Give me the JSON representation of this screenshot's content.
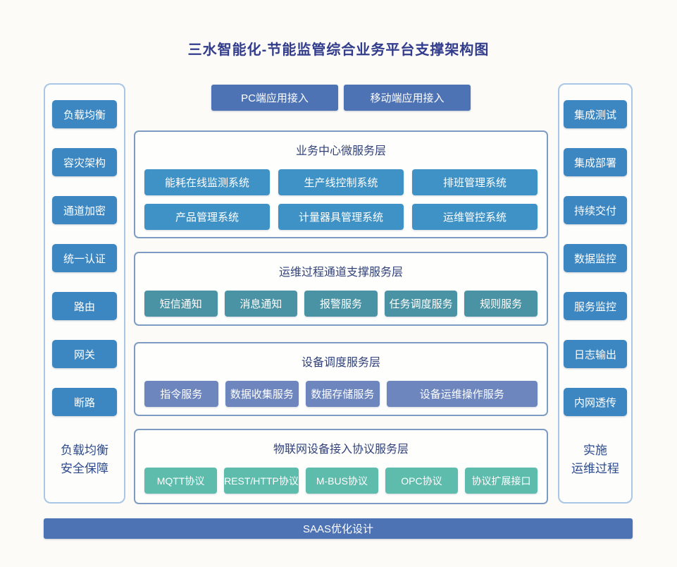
{
  "title": "三水智能化-节能监管综合业务平台支撑架构图",
  "top_boxes": [
    "PC端应用接入",
    "移动端应用接入"
  ],
  "left_panel": {
    "items": [
      "负载均衡",
      "容灾架构",
      "通道加密",
      "统一认证",
      "路由",
      "网关",
      "断路"
    ],
    "caption_line1": "负载均衡",
    "caption_line2": "安全保障"
  },
  "right_panel": {
    "items": [
      "集成测试",
      "集成部署",
      "持续交付",
      "数据监控",
      "服务监控",
      "日志输出",
      "内网透传"
    ],
    "caption_line1": "实施",
    "caption_line2": "运维过程"
  },
  "layers": [
    {
      "title": "业务中心微服务层",
      "items": [
        "能耗在线监测系统",
        "生产线控制系统",
        "排班管理系统",
        "产品管理系统",
        "计量器具管理系统",
        "运维管控系统"
      ],
      "color": "#3f92c5"
    },
    {
      "title": "运维过程通道支撑服务层",
      "items": [
        "短信通知",
        "消息通知",
        "报警服务",
        "任务调度服务",
        "规则服务"
      ],
      "color": "#4a93a4"
    },
    {
      "title": "设备调度服务层",
      "items": [
        "指令服务",
        "数据收集服务",
        "数据存储服务",
        "设备运维操作服务"
      ],
      "color": "#6d86be"
    },
    {
      "title": "物联网设备接入协议服务层",
      "items": [
        "MQTT协议",
        "REST/HTTP协议",
        "M-BUS协议",
        "OPC协议",
        "协议扩展接口"
      ],
      "color": "#5dbcac"
    }
  ],
  "bottom_bar": "SAAS优化设计",
  "colors": {
    "background": "#fcfbf7",
    "title_text": "#323c8d",
    "primary": "#4d73b5",
    "side_button": "#3c87c1",
    "panel_border": "#aac6e6",
    "layer_border": "#7e9cc3",
    "caption_text": "#2d4a8d",
    "layer_title_text": "#31427a"
  }
}
